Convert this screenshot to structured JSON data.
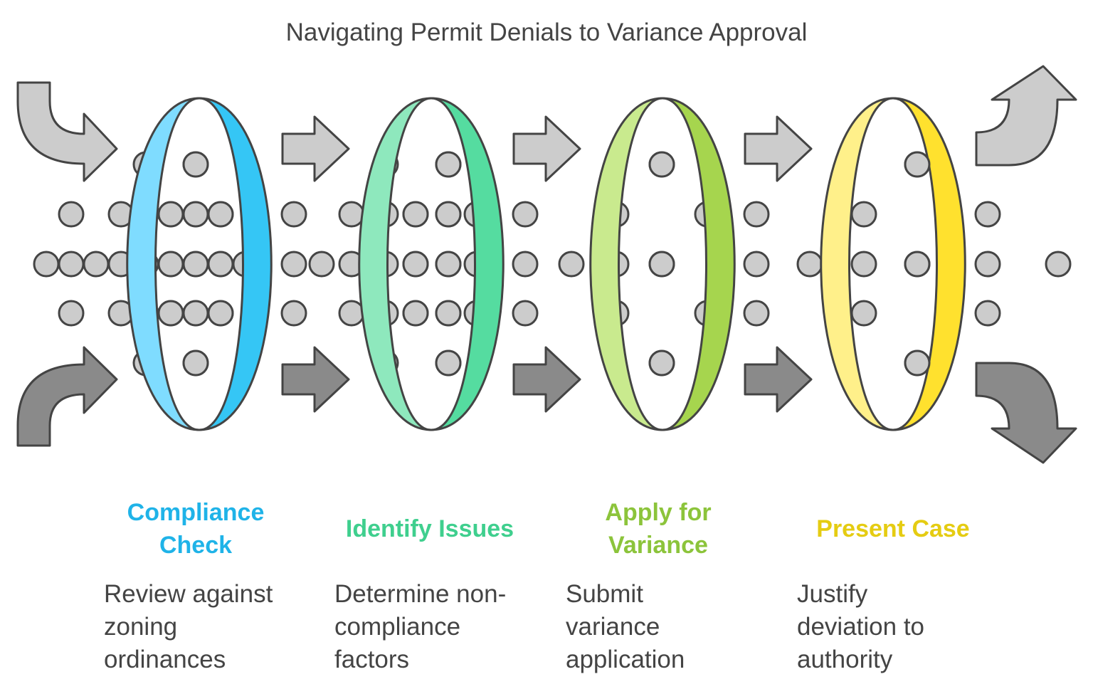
{
  "title": "Navigating Permit Denials to Variance Approval",
  "colors": {
    "arrow_light": "#cccccc",
    "arrow_dark": "#8a8a8a",
    "dot": "#cccccc",
    "stroke": "#444444"
  },
  "steps": [
    {
      "title": "Compliance Check",
      "title_lines": [
        "Compliance",
        "Check"
      ],
      "description": "Review against zoning ordinances",
      "desc_lines": [
        "Review against",
        "zoning",
        "ordinances"
      ],
      "color": "#1fb3e8",
      "ring_light": "#7fdcff",
      "ring_dark": "#35c6f5"
    },
    {
      "title": "Identify Issues",
      "title_lines": [
        "Identify Issues"
      ],
      "description": "Determine non-compliance factors",
      "desc_lines": [
        "Determine non-",
        "compliance",
        "factors"
      ],
      "color": "#3fcf8e",
      "ring_light": "#8ee8bd",
      "ring_dark": "#55dca0"
    },
    {
      "title": "Apply for Variance",
      "title_lines": [
        "Apply for",
        "Variance"
      ],
      "description": "Submit variance application",
      "desc_lines": [
        "Submit",
        "variance",
        "application"
      ],
      "color": "#8cc43b",
      "ring_light": "#c9ea8e",
      "ring_dark": "#a6d54e"
    },
    {
      "title": "Present Case",
      "title_lines": [
        "Present Case"
      ],
      "description": "Justify deviation to authority",
      "desc_lines": [
        "Justify",
        "deviation to",
        "authority"
      ],
      "color": "#e5cc12",
      "ring_light": "#fff08a",
      "ring_dark": "#ffe12e"
    }
  ]
}
